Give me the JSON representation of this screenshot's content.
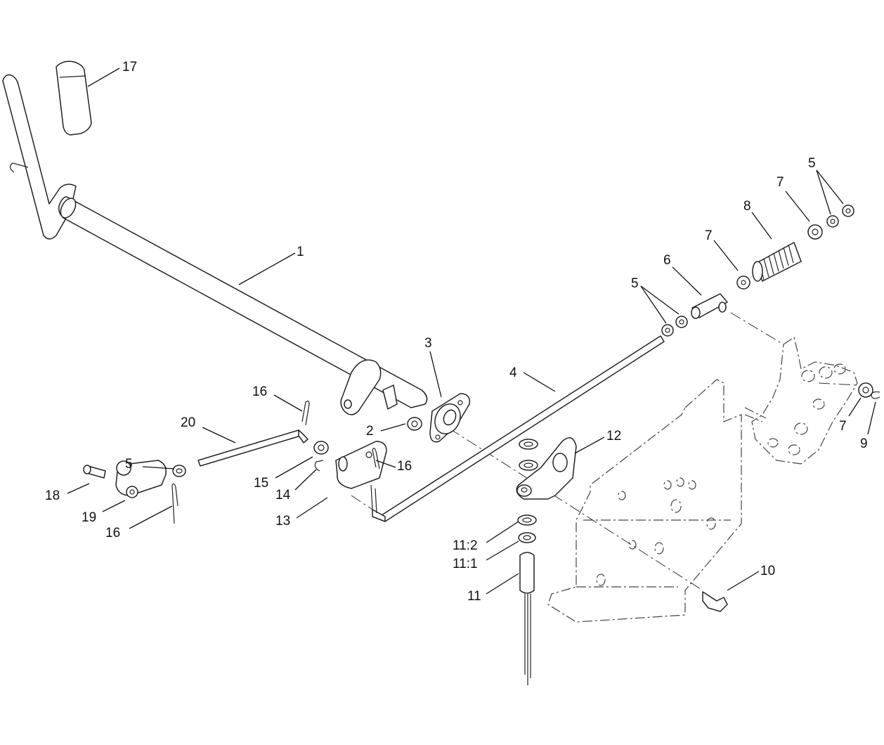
{
  "callouts": {
    "c17": "17",
    "c1": "1",
    "c3": "3",
    "c4": "4",
    "c2": "2",
    "c16a": "16",
    "c20": "20",
    "c5a": "5",
    "c15": "15",
    "c14": "14",
    "c13": "13",
    "c16b": "16",
    "c18": "18",
    "c19": "19",
    "c16c": "16",
    "c12": "12",
    "c11_2": "11:2",
    "c11_1": "11:1",
    "c11": "11",
    "c10": "10",
    "c5b": "5",
    "c6": "6",
    "c7a": "7",
    "c8": "8",
    "c7b": "7",
    "c5c": "5",
    "c7c": "7",
    "c9": "9"
  }
}
